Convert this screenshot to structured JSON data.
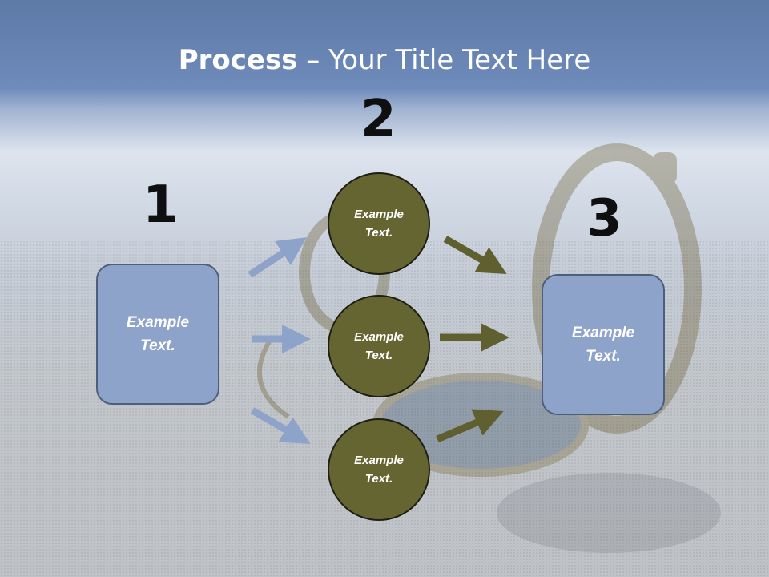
{
  "title": {
    "strong": "Process",
    "rest": " – Your Title Text Here"
  },
  "steps": [
    {
      "number": "1",
      "label": "Example\nText."
    },
    {
      "number": "2"
    },
    {
      "number": "3",
      "label": "Example\nText."
    }
  ],
  "circles": [
    {
      "label": "Example\nText."
    },
    {
      "label": "Example\nText."
    },
    {
      "label": "Example\nText."
    }
  ],
  "colors": {
    "box_fill": "#8ea3c9",
    "circle_fill": "#656532",
    "arrow_blue": "#8ea3c9",
    "arrow_olive": "#5f5f30"
  }
}
